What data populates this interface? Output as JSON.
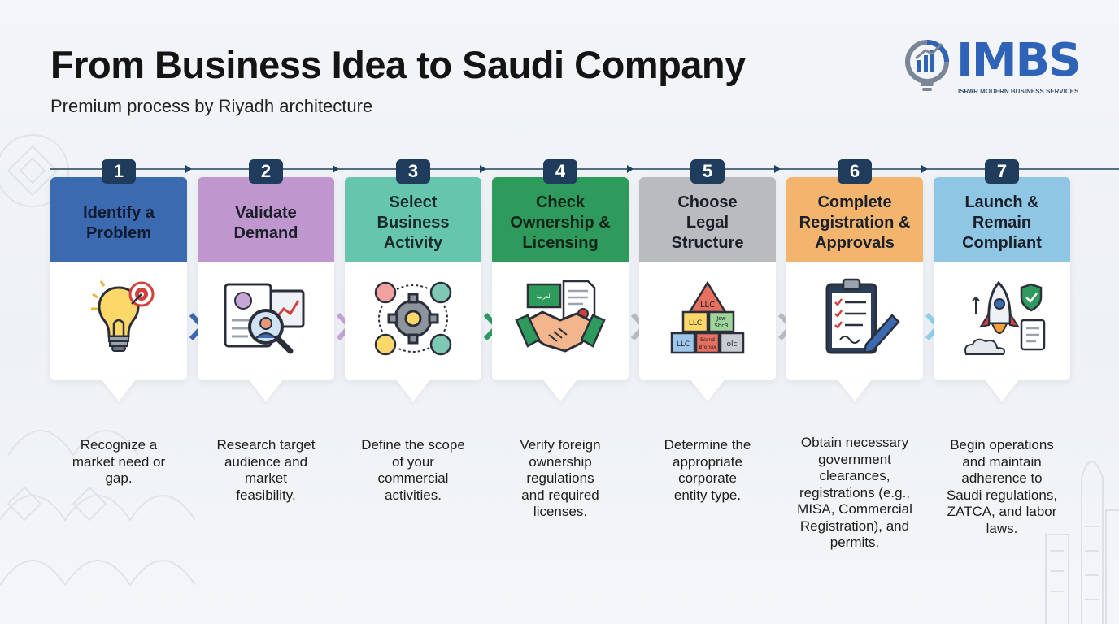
{
  "header": {
    "title": "From Business Idea to Saudi Company",
    "subtitle": "Premium process by Riyadh architecture"
  },
  "logo": {
    "text": "IMBS",
    "tagline": "ISRAR MODERN BUSINESS SERVICES"
  },
  "colors": {
    "number_badge": "#1f3c5c",
    "timeline": "#23425f"
  },
  "steps": [
    {
      "number": "1",
      "title_lines": [
        "Identify a",
        "Problem"
      ],
      "description_lines": [
        "Recognize a",
        "market need or",
        "gap."
      ],
      "header_color": "#3c6ab0",
      "chevron_color": "#3c6ab0",
      "icon": "lightbulb-target-icon"
    },
    {
      "number": "2",
      "title_lines": [
        "Validate",
        "Demand"
      ],
      "description_lines": [
        "Research target",
        "audience and",
        "market",
        "feasibility."
      ],
      "header_color": "#bf96cd",
      "chevron_color": "#c8a4d6",
      "icon": "magnifier-analytics-icon"
    },
    {
      "number": "3",
      "title_lines": [
        "Select",
        "Business",
        "Activity"
      ],
      "description_lines": [
        "Define the scope",
        "of your",
        "commercial",
        "activities."
      ],
      "header_color": "#66c6ad",
      "chevron_color": "#2e9a63",
      "icon": "gear-cycle-icon"
    },
    {
      "number": "4",
      "title_lines": [
        "Check",
        "Ownership &",
        "Licensing"
      ],
      "description_lines": [
        "Verify foreign",
        "ownership",
        "regulations",
        "and required",
        "licenses."
      ],
      "header_color": "#2e9a5c",
      "chevron_color": "#b8bcc2",
      "icon": "handshake-license-icon"
    },
    {
      "number": "5",
      "title_lines": [
        "Choose",
        "Legal",
        "Structure"
      ],
      "description_lines": [
        "Determine the",
        "appropriate",
        "corporate",
        "entity type."
      ],
      "header_color": "#b9bbbe",
      "chevron_color": "#b8bcc2",
      "icon": "legal-pyramid-icon"
    },
    {
      "number": "6",
      "title_lines": [
        "Complete",
        "Registration &",
        "Approvals"
      ],
      "description_lines": [
        "Obtain necessary",
        "government",
        "clearances,",
        "registrations (e.g.,",
        "MISA, Commercial",
        "Registration), and",
        "permits."
      ],
      "header_color": "#f3b56e",
      "chevron_color": "#8fd0ea",
      "icon": "clipboard-checklist-icon"
    },
    {
      "number": "7",
      "title_lines": [
        "Launch &",
        "Remain",
        "Compliant"
      ],
      "description_lines": [
        "Begin operations",
        "and maintain",
        "adherence to",
        "Saudi regulations,",
        "ZATCA, and labor",
        "laws."
      ],
      "header_color": "#8fc6e4",
      "chevron_color": "#8fd0ea",
      "icon": "rocket-shield-icon"
    }
  ],
  "icon_labels": {
    "step4_flag": "العربية",
    "step5_top": "LLC",
    "step5_mid_left": "LLC",
    "step5_mid_right": "Jsw\nShc3",
    "step5_bottom_1": "LLC",
    "step5_bottom_2": "Ecsnd Bronux",
    "step5_bottom_3": "olc"
  }
}
